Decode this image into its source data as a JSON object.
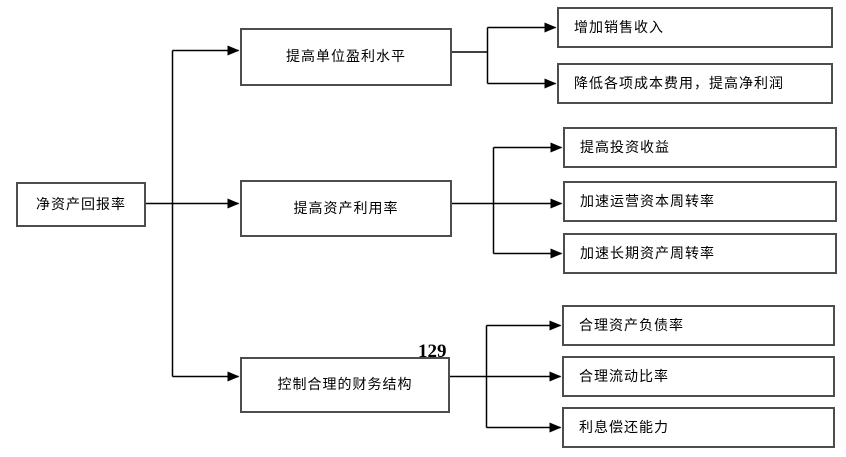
{
  "page_number": "129",
  "diagram": {
    "root": {
      "label": "净资产回报率"
    },
    "branches": [
      {
        "label": "提高单位盈利水平",
        "children": [
          {
            "label": "增加销售收入"
          },
          {
            "label": "降低各项成本费用，提高净利润"
          }
        ]
      },
      {
        "label": "提高资产利用率",
        "children": [
          {
            "label": "提高投资收益"
          },
          {
            "label": "加速运营资本周转率"
          },
          {
            "label": "加速长期资产周转率"
          }
        ]
      },
      {
        "label": "控制合理的财务结构",
        "children": [
          {
            "label": "合理资产负债率"
          },
          {
            "label": "合理流动比率"
          },
          {
            "label": "利息偿还能力"
          }
        ]
      }
    ]
  },
  "colors": {
    "line": "#000000",
    "box_border": "#4d4d4d",
    "background": "#ffffff"
  }
}
